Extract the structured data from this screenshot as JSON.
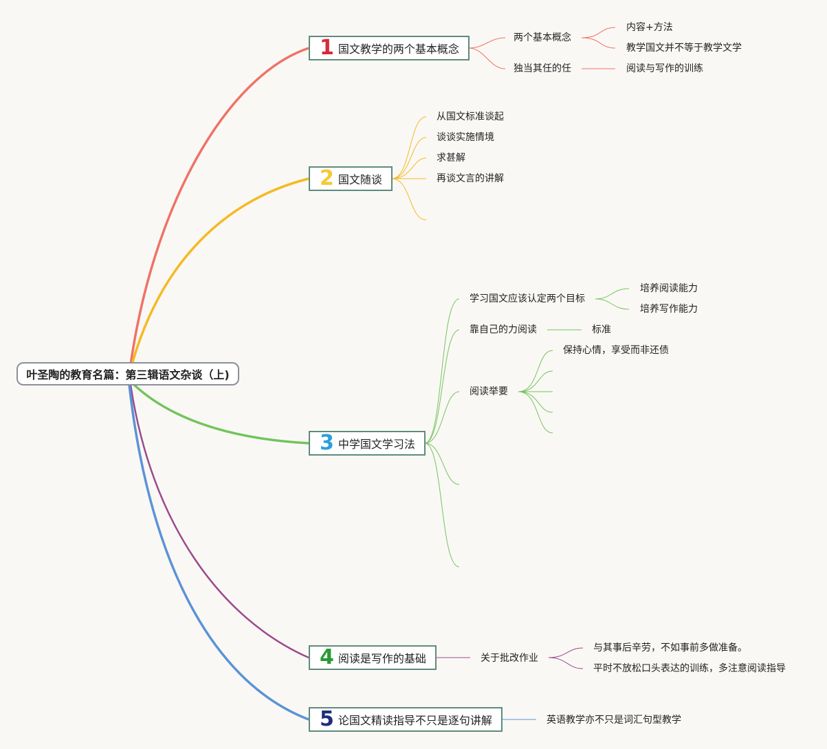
{
  "root": {
    "label": "叶圣陶的教育名篇：第三辑语文杂谈（上)"
  },
  "colors": {
    "branch1": "#ef7266",
    "branch2": "#f5b922",
    "branch3": "#72c45c",
    "branch4": "#9a4a8c",
    "branch5": "#5b93d6",
    "num1": "#d62b3b",
    "num2": "#f5c932",
    "num3": "#2c9fdb",
    "num4": "#2a9a35",
    "num5": "#1f2e7a"
  },
  "topics": [
    {
      "num": "1",
      "label": "国文教学的两个基本概念",
      "children": [
        {
          "label": "两个基本概念",
          "children": [
            {
              "label": "内容+方法"
            },
            {
              "label": "教学国文并不等于教学文学"
            }
          ]
        },
        {
          "label": "独当其任的任",
          "children": [
            {
              "label": "阅读与写作的训练"
            }
          ]
        }
      ]
    },
    {
      "num": "2",
      "label": "国文随谈",
      "children": [
        {
          "label": "从国文标准谈起"
        },
        {
          "label": "谈谈实施情境"
        },
        {
          "label": "求甚解"
        },
        {
          "label": "再谈文言的讲解"
        }
      ]
    },
    {
      "num": "3",
      "label": "中学国文学习法",
      "children": [
        {
          "label": "学习国文应该认定两个目标",
          "children": [
            {
              "label": "培养阅读能力"
            },
            {
              "label": "培养写作能力"
            }
          ]
        },
        {
          "label": "靠自己的力阅读",
          "children": [
            {
              "label": "标准"
            }
          ]
        },
        {
          "label": "阅读举要",
          "children": [
            {
              "label": "保持心情，享受而非还债"
            }
          ]
        }
      ]
    },
    {
      "num": "4",
      "label": "阅读是写作的基础",
      "children": [
        {
          "label": "关于批改作业",
          "children": [
            {
              "label": "与其事后辛劳，不如事前多做准备。"
            },
            {
              "label": "平时不放松口头表达的训练，多注意阅读指导"
            }
          ]
        }
      ]
    },
    {
      "num": "5",
      "label": "论国文精读指导不只是逐句讲解",
      "children": [
        {
          "label": "英语教学亦不只是词汇句型教学"
        }
      ]
    }
  ]
}
